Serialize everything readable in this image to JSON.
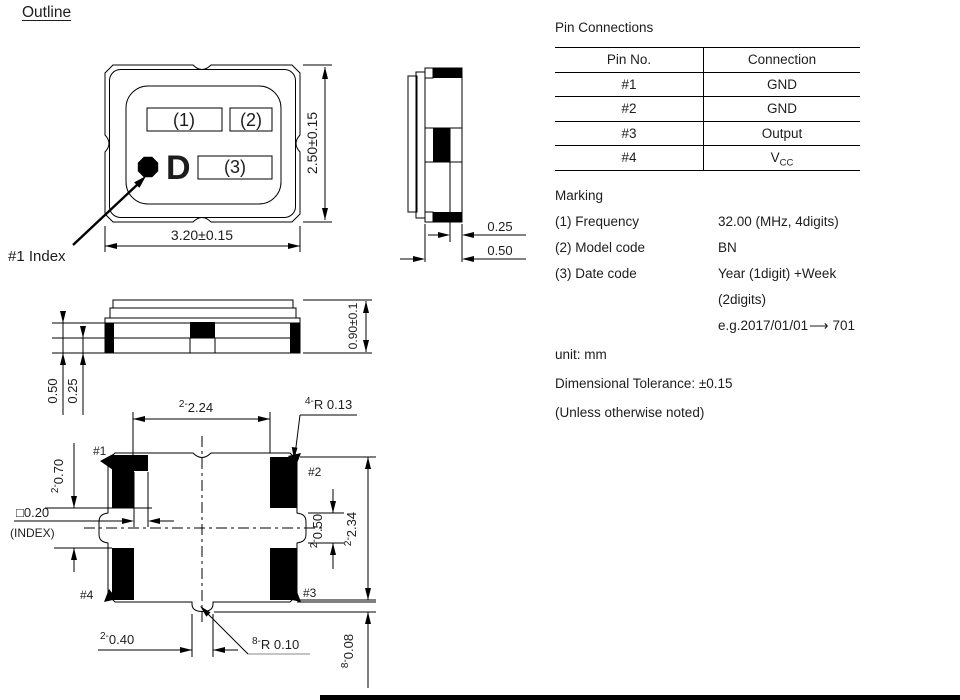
{
  "title": "Outline",
  "top_view": {
    "boxes": [
      "(1)",
      "(2)",
      "(3)"
    ],
    "letter": "D",
    "index_label": "#1 Index",
    "dim_width": "3.20±0.15",
    "dim_height": "2.50±0.15"
  },
  "side_view": {
    "dim_inner": "0.25",
    "dim_outer": "0.50"
  },
  "front_view": {
    "dim_total": "0.90±0.1",
    "dim_outer": "0.50",
    "dim_inner": "0.25"
  },
  "bottom_view": {
    "pad_labels": [
      "#1",
      "#2",
      "#3",
      "#4"
    ],
    "dim_top": {
      "n": "2-",
      "v": "2.24"
    },
    "dim_corner_r": {
      "n": "4-",
      "v": "R 0.13"
    },
    "dim_left": {
      "n": "2-",
      "v": "0.70"
    },
    "index_size": "□0.20",
    "index_note": "(INDEX)",
    "dim_notch": {
      "n": "2-",
      "v": "0.50"
    },
    "dim_height": {
      "n": "2-",
      "v": "2.34"
    },
    "dim_pad_width": {
      "n": "2-",
      "v": "0.40"
    },
    "dim_notch_r": {
      "n": "8-",
      "v": "R 0.10"
    },
    "dim_offset": {
      "n": "8-",
      "v": "0.08"
    }
  },
  "pin_table": {
    "title": "Pin Connections",
    "headers": [
      "Pin No.",
      "Connection"
    ],
    "rows": [
      [
        "#1",
        "GND"
      ],
      [
        "#2",
        "GND"
      ],
      [
        "#3",
        "Output"
      ]
    ],
    "row4": {
      "pin": "#4",
      "value_main": "V",
      "value_sub": "CC"
    }
  },
  "marking": {
    "title": "Marking",
    "items": [
      {
        "label": "(1) Frequency",
        "value": "32.00 (MHz, 4digits)"
      },
      {
        "label": "(2) Model code",
        "value": "BN"
      },
      {
        "label": "(3) Date code",
        "value": "Year (1digit) +Week (2digits)"
      }
    ],
    "example": {
      "pre": "e.g.2017/01/01",
      "arrow": "⟶",
      "post": "701"
    },
    "unit": "unit: mm",
    "tolerance": "Dimensional Tolerance: ±0.15",
    "note": "(Unless otherwise noted)"
  }
}
